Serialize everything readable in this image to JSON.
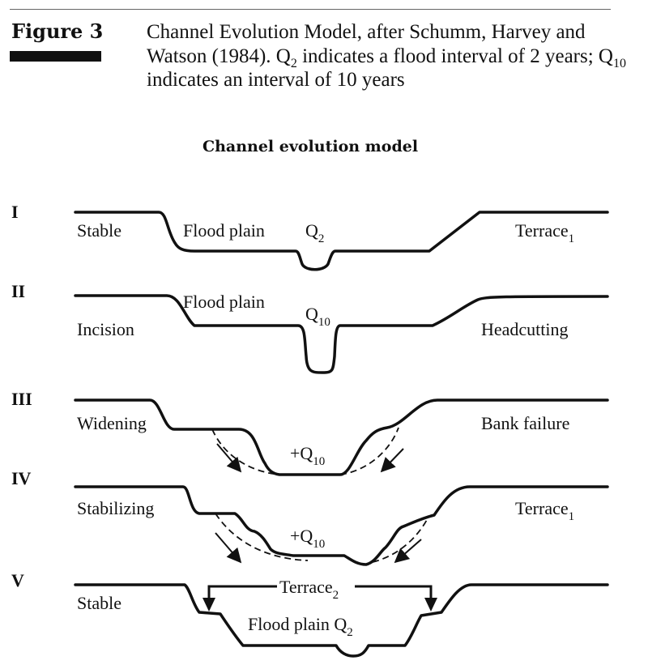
{
  "figure": {
    "label": "Figure 3",
    "caption": {
      "part1": "Channel Evolution Model, after Schumm, Harvey and Watson (1984). Q",
      "sub1": "2",
      "part2": " indicates a flood interval of 2 years; Q",
      "sub2": "10",
      "part3": " indicates an interval of 10 years"
    }
  },
  "diagram": {
    "title": "Channel evolution model",
    "stages": [
      {
        "numeral": "I",
        "labels": {
          "left": "Stable",
          "mid": "Flood plain",
          "flow": "Q",
          "flow_sub": "2",
          "right": "Terrace",
          "right_sub": "1"
        }
      },
      {
        "numeral": "II",
        "labels": {
          "left": "Incision",
          "mid": "Flood plain",
          "flow": "Q",
          "flow_sub": "10",
          "right": "Headcutting"
        }
      },
      {
        "numeral": "III",
        "labels": {
          "left": "Widening",
          "flow": "+Q",
          "flow_sub": "10",
          "right": "Bank failure"
        }
      },
      {
        "numeral": "IV",
        "labels": {
          "left": "Stabilizing",
          "flow": "+Q",
          "flow_sub": "10",
          "right": "Terrace",
          "right_sub": "1"
        }
      },
      {
        "numeral": "V",
        "labels": {
          "left": "Stable",
          "top": "Terrace",
          "top_sub": "2",
          "mid": "Flood plain Q",
          "mid_sub": "2"
        }
      }
    ]
  }
}
